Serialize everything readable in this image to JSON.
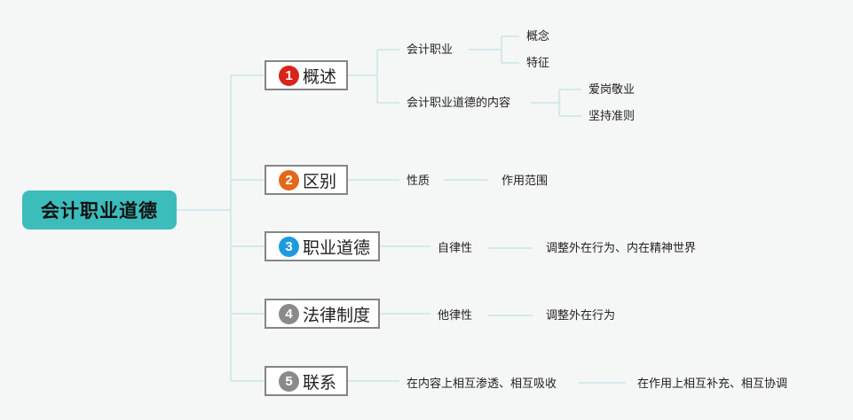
{
  "root": {
    "label": "会计职业道德",
    "color": "#3dbcbc"
  },
  "branches": [
    {
      "number": "1",
      "label": "概述",
      "badge_color": "#d8241b",
      "children": [
        {
          "label": "会计职业",
          "children": [
            "概念",
            "特征"
          ]
        },
        {
          "label": "会计职业道德的内容",
          "children": [
            "爱岗敬业",
            "坚持准则"
          ]
        }
      ]
    },
    {
      "number": "2",
      "label": "区别",
      "badge_color": "#e4681a",
      "children": [
        {
          "label": "性质",
          "children": [
            "作用范围"
          ]
        }
      ]
    },
    {
      "number": "3",
      "label": "职业道德",
      "badge_color": "#1e9be0",
      "children": [
        {
          "label": "自律性",
          "children": [
            "调整外在行为、内在精神世界"
          ]
        }
      ]
    },
    {
      "number": "4",
      "label": "法律制度",
      "badge_color": "#8a8a8a",
      "children": [
        {
          "label": "他律性",
          "children": [
            "调整外在行为"
          ]
        }
      ]
    },
    {
      "number": "5",
      "label": "联系",
      "badge_color": "#8a8a8a",
      "children": [
        {
          "label": "在内容上相互渗透、相互吸收",
          "children": [
            "在作用上相互补充、相互协调"
          ]
        }
      ]
    }
  ],
  "connector_color": "#bfe3e3"
}
